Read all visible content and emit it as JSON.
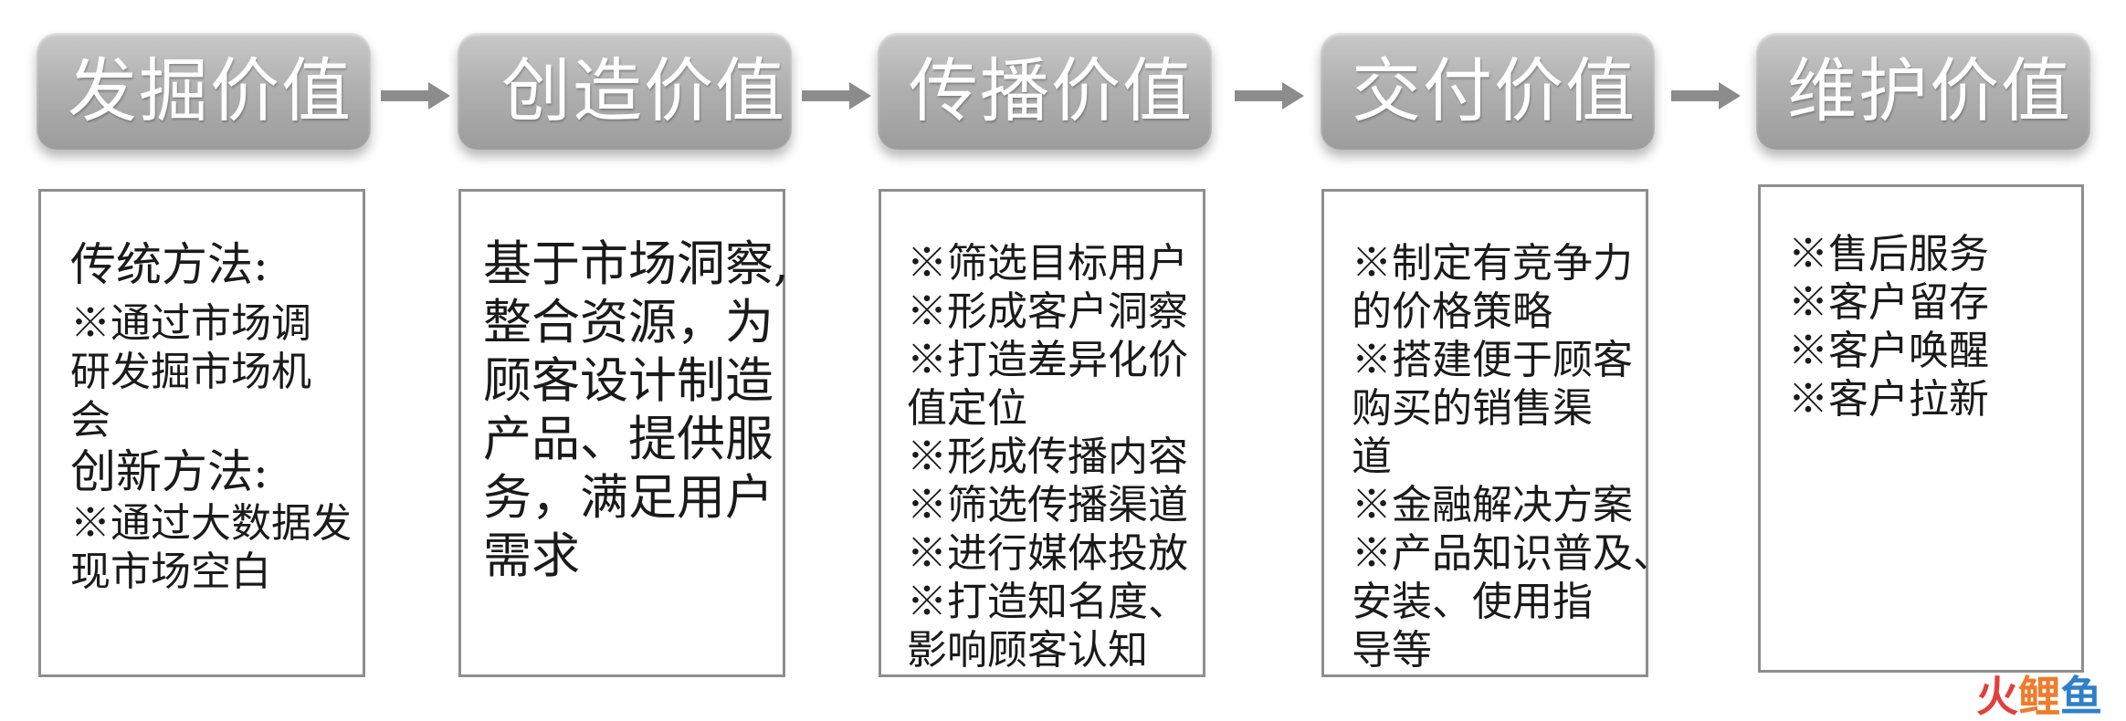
{
  "stages": [
    {
      "title": "发掘价值"
    },
    {
      "title": "创造价值"
    },
    {
      "title": "传播价值"
    },
    {
      "title": "交付价值"
    },
    {
      "title": "维护价值"
    }
  ],
  "box1": {
    "traditional_heading": "传统方法:",
    "traditional_lines": [
      "※通过市场调",
      "研发掘市场机",
      "会"
    ],
    "innovative_heading": "创新方法:",
    "innovative_lines": [
      "※通过大数据发",
      "现市场空白"
    ]
  },
  "box2": {
    "lines": [
      "基于市场洞察,",
      "整合资源，为",
      "顾客设计制造",
      "产品、提供服",
      "务，满足用户",
      "需求"
    ]
  },
  "box3": {
    "lines": [
      "※筛选目标用户",
      "※形成客户洞察",
      "※打造差异化价",
      "值定位",
      "※形成传播内容",
      "※筛选传播渠道",
      "※进行媒体投放",
      "※打造知名度、",
      "影响顾客认知"
    ]
  },
  "box4": {
    "lines": [
      "※制定有竞争力",
      "的价格策略",
      "※搭建便于顾客",
      "购买的销售渠",
      "道",
      "※金融解决方案",
      "※产品知识普及、",
      "安装、使用指",
      "导等"
    ]
  },
  "box5": {
    "lines": [
      "※售后服务",
      "※客户留存",
      "※客户唤醒",
      "※客户拉新"
    ]
  },
  "watermark": {
    "part1": "火",
    "part2": "鲤",
    "part3": "鱼"
  },
  "colors": {
    "pill": "#b1b1b1",
    "arrow": "#8c8c8c",
    "border": "#8e8e8e"
  }
}
